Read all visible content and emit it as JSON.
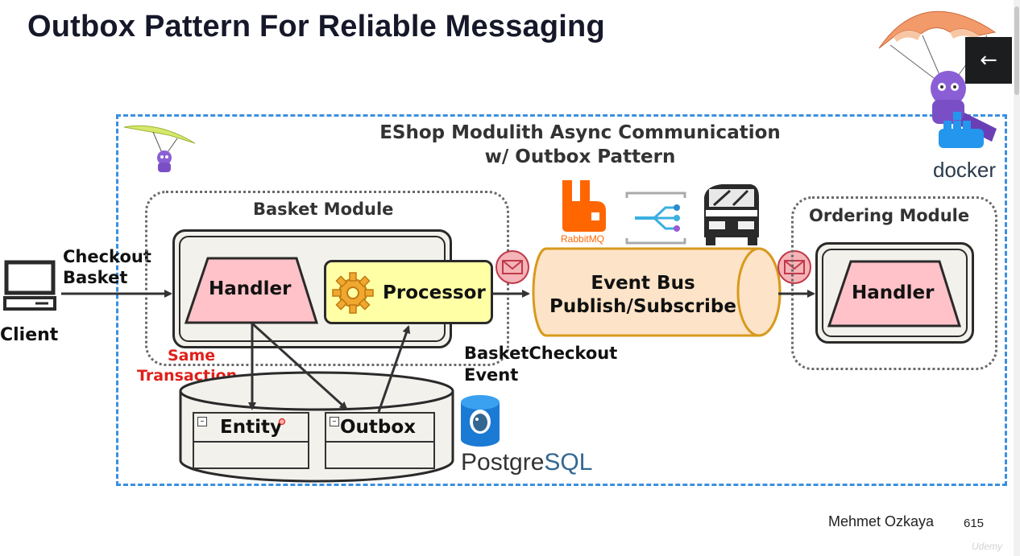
{
  "slide": {
    "title": "Outbox Pattern For Reliable Messaging",
    "diagram_title_line1": "EShop Modulith Async Communication",
    "diagram_title_line2": "w/ Outbox Pattern",
    "author": "Mehmet Ozkaya",
    "page_number": "615",
    "watermark": "Udemy"
  },
  "client": {
    "label": "Client",
    "icon": "computer-monitor-icon"
  },
  "arrows": {
    "checkout_line1": "Checkout",
    "checkout_line2": "Basket",
    "event_line1": "BasketCheckout",
    "event_line2": "Event"
  },
  "basket_module": {
    "label": "Basket Module",
    "handler_label": "Handler",
    "processor_label": "Processor",
    "same_transaction_line1": "Same",
    "same_transaction_line2": "Transaction",
    "database": {
      "entity_label": "Entity",
      "outbox_label": "Outbox",
      "db_brand_part1": "Postgre",
      "db_brand_part2": "SQL"
    }
  },
  "event_bus": {
    "line1": "Event Bus",
    "line2": "Publish/Subscribe",
    "logos": [
      "rabbitmq-logo",
      "azure-service-bus-logo",
      "masstransit-logo"
    ],
    "rabbit_text": "RabbitMQ"
  },
  "ordering_module": {
    "label": "Ordering Module",
    "handler_label": "Handler"
  },
  "branding": {
    "docker_text": "docker"
  },
  "colors": {
    "dashed_border": "#3b8fe0",
    "handler_fill": "#ffc2c8",
    "processor_fill": "#ffffa6",
    "event_bus_fill": "#fde3c7",
    "event_bus_border": "#d89a1e",
    "red_text": "#e0201a",
    "envelope_fill": "#f4b4b8",
    "envelope_stroke": "#c0394a"
  },
  "nav": {
    "back_icon": "arrow-left-icon"
  }
}
